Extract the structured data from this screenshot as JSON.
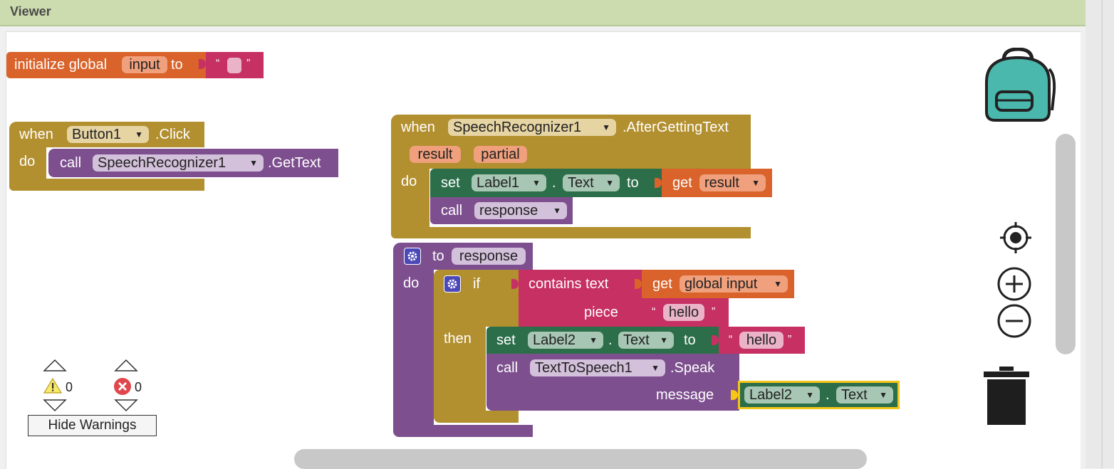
{
  "viewer": {
    "title": "Viewer"
  },
  "blocks": {
    "init": {
      "prefix": "initialize global",
      "name": "input",
      "to": "to",
      "open_quote": "“",
      "close_quote": "”"
    },
    "button_click": {
      "when": "when",
      "component": "Button1",
      "event": ".Click",
      "do": "do",
      "call": "call",
      "call_component": "SpeechRecognizer1",
      "method": ".GetText"
    },
    "after_text": {
      "when": "when",
      "component": "SpeechRecognizer1",
      "event": ".AfterGettingText",
      "param1": "result",
      "param2": "partial",
      "do": "do",
      "set": "set",
      "set_component": "Label1",
      "dot": ".",
      "set_prop": "Text",
      "to": "to",
      "get": "get",
      "get_var": "result",
      "call": "call",
      "call_proc": "response"
    },
    "procedure": {
      "to": "to",
      "name": "response",
      "do": "do",
      "if": "if",
      "then": "then",
      "contains": "contains text",
      "get": "get",
      "get_var": "global input",
      "piece": "piece",
      "q_open": "“",
      "q_close": "”",
      "hello1": "hello",
      "set": "set",
      "set_component": "Label2",
      "dot": ".",
      "set_prop": "Text",
      "to2": "to",
      "hello2": "hello",
      "call": "call",
      "tts": "TextToSpeech1",
      "speak": ".Speak",
      "message": "message",
      "msg_component": "Label2",
      "msg_prop": "Text"
    }
  },
  "warnings": {
    "warning_count": "0",
    "error_count": "0",
    "toggle_label": "Hide Warnings"
  },
  "icons": {
    "backpack": "backpack-icon",
    "center": "target-icon",
    "zoom_in": "zoom-in-icon",
    "zoom_out": "zoom-out-icon",
    "trash": "trash-icon"
  },
  "colors": {
    "orange": "#d9632a",
    "text_pink": "#c63062",
    "proc_purple": "#7d4f8f",
    "event_gold": "#b28f2f",
    "set_green": "#2c6e4a",
    "header_green": "#cddcae",
    "selected": "#f5c518"
  }
}
